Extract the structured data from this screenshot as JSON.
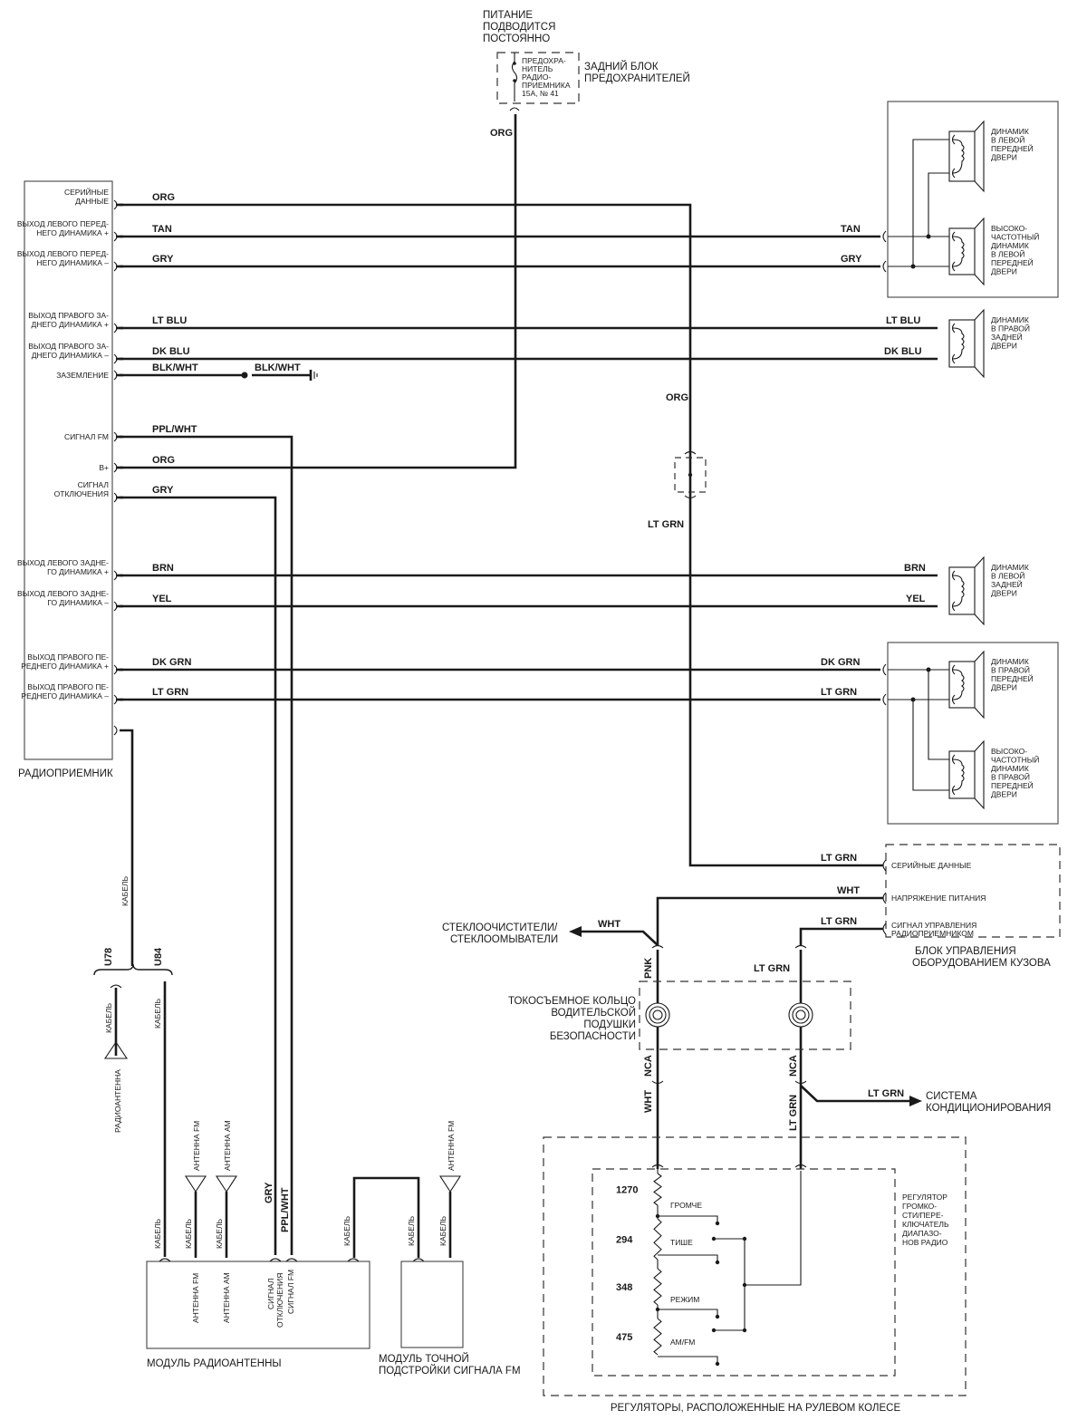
{
  "fuse": {
    "power_note": [
      "ПИТАНИЕ",
      "ПОДВОДИТСЯ",
      "ПОСТОЯННО"
    ],
    "fuse_label": [
      "ПРЕДОХРА-",
      "НИТЕЛЬ",
      "РАДИО-",
      "ПРИЕМНИКА",
      "15A, № 41"
    ],
    "block_label": [
      "ЗАДНИЙ БЛОК",
      "ПРЕДОХРАНИТЕЛЕЙ"
    ],
    "wire": "ORG"
  },
  "radio": {
    "title": "РАДИОПРИЕМНИК",
    "pins": [
      {
        "label": [
          "СЕРИЙНЫЕ",
          "ДАННЫЕ"
        ],
        "wire": "ORG"
      },
      {
        "label": [
          "ВЫХОД ЛЕВОГО ПЕРЕД-",
          "НЕГО ДИНАМИКА +"
        ],
        "wire": "TAN"
      },
      {
        "label": [
          "ВЫХОД ЛЕВОГО ПЕРЕД-",
          "НЕГО ДИНАМИКА –"
        ],
        "wire": "GRY"
      },
      {
        "label": [
          "ВЫХОД ПРАВОГО ЗА-",
          "ДНЕГО ДИНАМИКА +"
        ],
        "wire": "LT  BLU"
      },
      {
        "label": [
          "ВЫХОД ПРАВОГО ЗА-",
          "ДНЕГО ДИНАМИКА –"
        ],
        "wire": "DK  BLU"
      },
      {
        "label": [
          "ЗАЗЕМЛЕНИЕ"
        ],
        "wire": "BLK/WHT"
      },
      {
        "label": [
          "СИГНАЛ FM"
        ],
        "wire": "PPL/WHT"
      },
      {
        "label": [
          "B+"
        ],
        "wire": "ORG"
      },
      {
        "label": [
          "СИГНАЛ",
          "ОТКЛЮЧЕНИЯ"
        ],
        "wire": "GRY"
      },
      {
        "label": [
          "ВЫХОД ЛЕВОГО ЗАДНЕ-",
          "ГО ДИНАМИКА +"
        ],
        "wire": "BRN"
      },
      {
        "label": [
          "ВЫХОД ЛЕВОГО ЗАДНЕ-",
          "ГО ДИНАМИКА –"
        ],
        "wire": "YEL"
      },
      {
        "label": [
          "ВЫХОД ПРАВОГО ПЕ-",
          "РЕДНЕГО ДИНАМИКА +"
        ],
        "wire": "DK  GRN"
      },
      {
        "label": [
          "ВЫХОД ПРАВОГО ПЕ-",
          "РЕДНЕГО ДИНАМИКА –"
        ],
        "wire": "LT  GRN"
      }
    ],
    "ground_wire2": "BLK/WHT"
  },
  "speakers": [
    {
      "label": [
        "ДИНАМИК",
        "В ЛЕВОЙ",
        "ПЕРЕДНЕЙ",
        "ДВЕРИ"
      ]
    },
    {
      "label": [
        "ВЫСОКО-",
        "ЧАСТОТНЫЙ",
        "ДИНАМИК",
        "В ЛЕВОЙ",
        "ПЕРЕДНЕЙ",
        "ДВЕРИ"
      ]
    },
    {
      "label": [
        "ДИНАМИК",
        "В ПРАВОЙ",
        "ЗАДНЕЙ",
        "ДВЕРИ"
      ]
    },
    {
      "label": [
        "ДИНАМИК",
        "В ЛЕВОЙ",
        "ЗАДНЕЙ",
        "ДВЕРИ"
      ]
    },
    {
      "label": [
        "ДИНАМИК",
        "В ПРАВОЙ",
        "ПЕРЕДНЕЙ",
        "ДВЕРИ"
      ]
    },
    {
      "label": [
        "ВЫСОКО-",
        "ЧАСТОТНЫЙ",
        "ДИНАМИК",
        "В ПРАВОЙ",
        "ПЕРЕДНЕЙ",
        "ДВЕРИ"
      ]
    }
  ],
  "serial": {
    "wire_top": "ORG",
    "wire_bottom": "LT  GRN"
  },
  "bcm": {
    "title": [
      "БЛОК УПРАВЛЕНИЯ",
      "ОБОРУДОВАНИЕМ КУЗОВА"
    ],
    "pins": [
      {
        "label": [
          "СЕРИЙНЫЕ ДАННЫЕ"
        ],
        "wire": "LT  GRN"
      },
      {
        "label": [
          "НАПРЯЖЕНИЕ ПИТАНИЯ"
        ],
        "wire": "WHT"
      },
      {
        "label": [
          "СИГНАЛ УПРАВЛЕНИЯ",
          "РАДИОПРИЕМНИКОМ"
        ],
        "wire": "LT  GRN"
      }
    ]
  },
  "wipers": {
    "label": [
      "СТЕКЛООЧИСТИТЕЛИ/",
      "СТЕКЛООМЫВАТЕЛИ"
    ],
    "wire": "WHT"
  },
  "clockspring": {
    "label": [
      "ТОКОСЪЕМНОЕ КОЛЬЦО",
      "ВОДИТЕЛЬСКОЙ",
      "ПОДУШКИ",
      "БЕЗОПАСНОСТИ"
    ],
    "left_top": "PNK",
    "left_bottom": "NCA",
    "left_below": "WHT",
    "right_top": "LT  GRN",
    "right_bottom": "NCA",
    "right_below": "LT  GRN"
  },
  "ac": {
    "label": [
      "СИСТЕМА",
      "КОНДИЦИОНИРОВАНИЯ"
    ],
    "wire": "LT  GRN"
  },
  "steering": {
    "title": "РЕГУЛЯТОРЫ, РАСПОЛОЖЕННЫЕ НА РУЛЕВОМ КОЛЕСЕ",
    "control_label": [
      "РЕГУЛЯТОР",
      "ГРОМКО-",
      "СТИ/ПЕРЕ-",
      "КЛЮЧАТЕЛЬ",
      "ДИАПАЗО-",
      "НОВ РАДИО"
    ],
    "resistors": [
      "1270",
      "294",
      "348",
      "475"
    ],
    "buttons": [
      "ГРОМЧЕ",
      "ТИШЕ",
      "РЕЖИМ",
      "AM/FM"
    ]
  },
  "antenna": {
    "cable": "КАБЕЛЬ",
    "u78": "U78",
    "u84": "U84",
    "radio_antenna": "РАДИОАНТЕННА",
    "ant_fm": "АНТЕННА FM",
    "ant_am": "АНТЕННА AM",
    "module_title": "МОДУЛЬ РАДИОАНТЕННЫ",
    "module_pins": [
      "АНТЕННА FM",
      "АНТЕННА AM",
      "СИГНАЛ",
      "ОТКЛЮЧЕНИЯ",
      "СИГНАЛ FM"
    ],
    "wire_gry": "GRY",
    "wire_ppl": "PPL/WHT",
    "tuner_title": [
      "МОДУЛЬ ТОЧНОЙ",
      "ПОДСТРОЙКИ СИГНАЛА FM"
    ]
  }
}
